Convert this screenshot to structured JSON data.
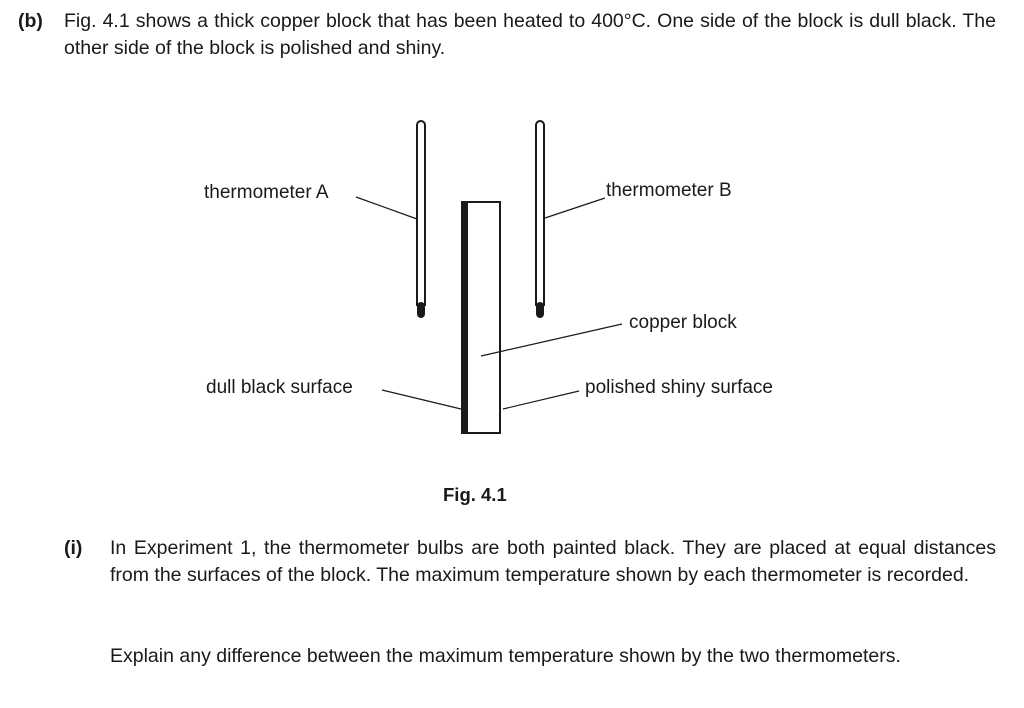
{
  "part_b": {
    "label": "(b)",
    "text": "Fig. 4.1 shows a thick copper block that has been heated to 400°C. One side of the block is dull black. The other side of the block is polished and shiny."
  },
  "figure": {
    "labels": {
      "thermometer_a": "thermometer A",
      "thermometer_b": "thermometer B",
      "copper_block": "copper block",
      "dull_black_surface": "dull black surface",
      "polished_shiny_surface": "polished shiny surface"
    },
    "caption": "Fig. 4.1"
  },
  "part_i": {
    "label": "(i)",
    "text": "In Experiment 1, the thermometer bulbs are both painted black. They are placed at equal distances from the surfaces of the block. The maximum temperature shown by each thermometer is recorded.",
    "question": "Explain any difference between the maximum temperature shown by the two thermometers."
  }
}
